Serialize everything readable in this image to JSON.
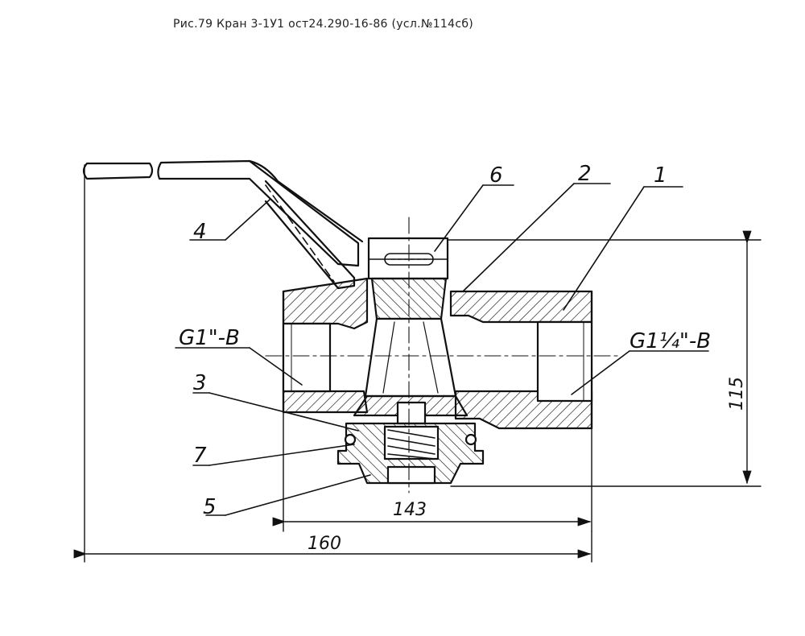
{
  "caption": "Рис.79 Кран 3-1У1 ост24.290-16-86 (усл.№114сб)",
  "parts": {
    "p1": "1",
    "p2": "2",
    "p3": "3",
    "p4": "4",
    "p5": "5",
    "p6": "6",
    "p7": "7"
  },
  "threads": {
    "left": "G1\"-B",
    "right": "G1¼\"-B"
  },
  "dimensions": {
    "height": "115",
    "body_length": "143",
    "overall_length": "160"
  },
  "colors": {
    "ink": "#111111",
    "background": "#ffffff"
  }
}
